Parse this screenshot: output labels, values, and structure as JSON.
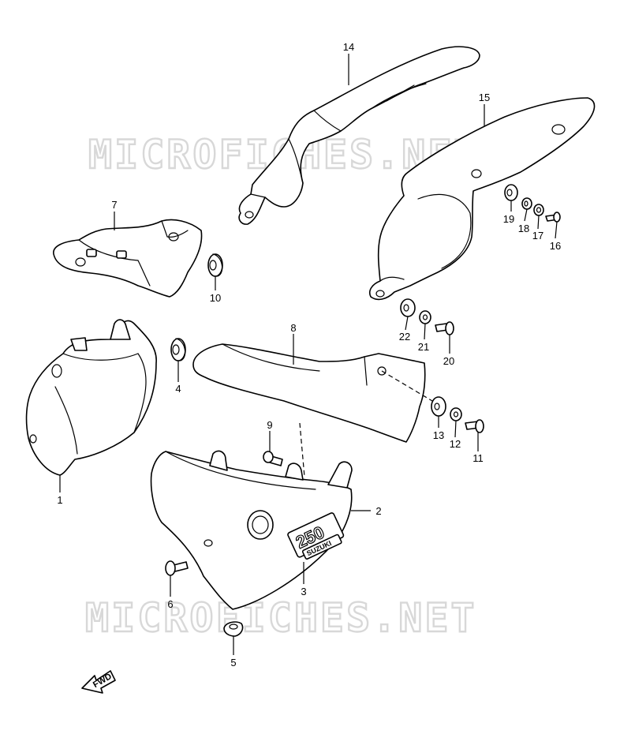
{
  "watermarks": [
    "MICROFICHES.NET",
    "MICROFICHES.NET"
  ],
  "callouts": [
    {
      "id": "1",
      "label": "1"
    },
    {
      "id": "2",
      "label": "2"
    },
    {
      "id": "3",
      "label": "3"
    },
    {
      "id": "4",
      "label": "4"
    },
    {
      "id": "5",
      "label": "5"
    },
    {
      "id": "6",
      "label": "6"
    },
    {
      "id": "7",
      "label": "7"
    },
    {
      "id": "8",
      "label": "8"
    },
    {
      "id": "9",
      "label": "9"
    },
    {
      "id": "10",
      "label": "10"
    },
    {
      "id": "11",
      "label": "11"
    },
    {
      "id": "12",
      "label": "12"
    },
    {
      "id": "13",
      "label": "13"
    },
    {
      "id": "14",
      "label": "14"
    },
    {
      "id": "15",
      "label": "15"
    },
    {
      "id": "16",
      "label": "16"
    },
    {
      "id": "17",
      "label": "17"
    },
    {
      "id": "18",
      "label": "18"
    },
    {
      "id": "19",
      "label": "19"
    },
    {
      "id": "20",
      "label": "20"
    },
    {
      "id": "21",
      "label": "21"
    },
    {
      "id": "22",
      "label": "22"
    }
  ],
  "fwd_arrow": {
    "label": "FWD"
  },
  "emblem": {
    "number": "250",
    "brand": "SUZUKI"
  }
}
